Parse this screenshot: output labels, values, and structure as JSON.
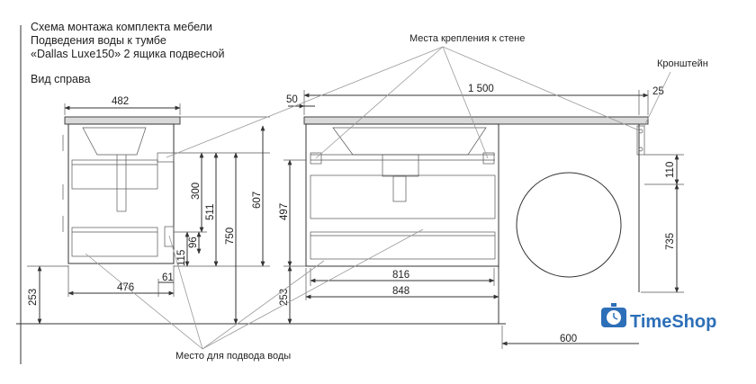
{
  "title": {
    "line1": "Схема монтажа комплекта мебели",
    "line2": "Подведения воды к тумбе",
    "line3": "«Dallas Luxe150» 2 ящика подвесной"
  },
  "side_view_label": "Вид справа",
  "labels": {
    "wall_mount": "Места крепления к стене",
    "bracket": "Кронштейн",
    "water_supply": "Место для подвода воды"
  },
  "dimensions": {
    "d482": "482",
    "d476": "476",
    "d61": "61",
    "d253_left": "253",
    "d115": "115",
    "d96": "96",
    "d300": "300",
    "d511": "511",
    "d750": "750",
    "d607": "607",
    "d497": "497",
    "d253_mid": "253",
    "d50": "50",
    "d1500": "1 500",
    "d25": "25",
    "d816": "816",
    "d848": "848",
    "d110": "110",
    "d735": "735",
    "d600": "600"
  },
  "logo": {
    "text": "TimeShop",
    "color": "#2d6fb8"
  }
}
